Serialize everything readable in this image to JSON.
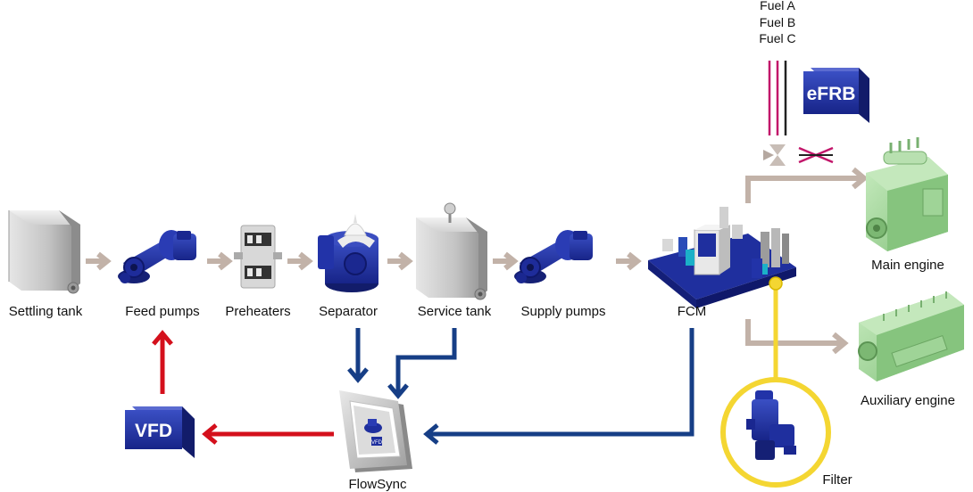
{
  "components": {
    "settling_tank": "Settling tank",
    "feed_pumps": "Feed pumps",
    "preheaters": "Preheaters",
    "separator": "Separator",
    "service_tank": "Service tank",
    "supply_pumps": "Supply pumps",
    "fcm": "FCM",
    "main_engine": "Main engine",
    "auxiliary_engine": "Auxiliary engine",
    "flowsync": "FlowSync",
    "vfd": "VFD",
    "efrb": "eFRB",
    "filter": "Filter"
  },
  "fuels": [
    "Fuel A",
    "Fuel B",
    "Fuel C"
  ],
  "colors": {
    "flow_arrow": "#c2b2a8",
    "signal_blue": "#163e86",
    "control_red": "#d4101c",
    "filter_ring": "#f4d632",
    "fuel_line_magenta": "#c2166a",
    "equipment_blue": "#1f2f9e",
    "engine_green": "#a8d8a0",
    "tank_grey": "#b8b8b8"
  }
}
